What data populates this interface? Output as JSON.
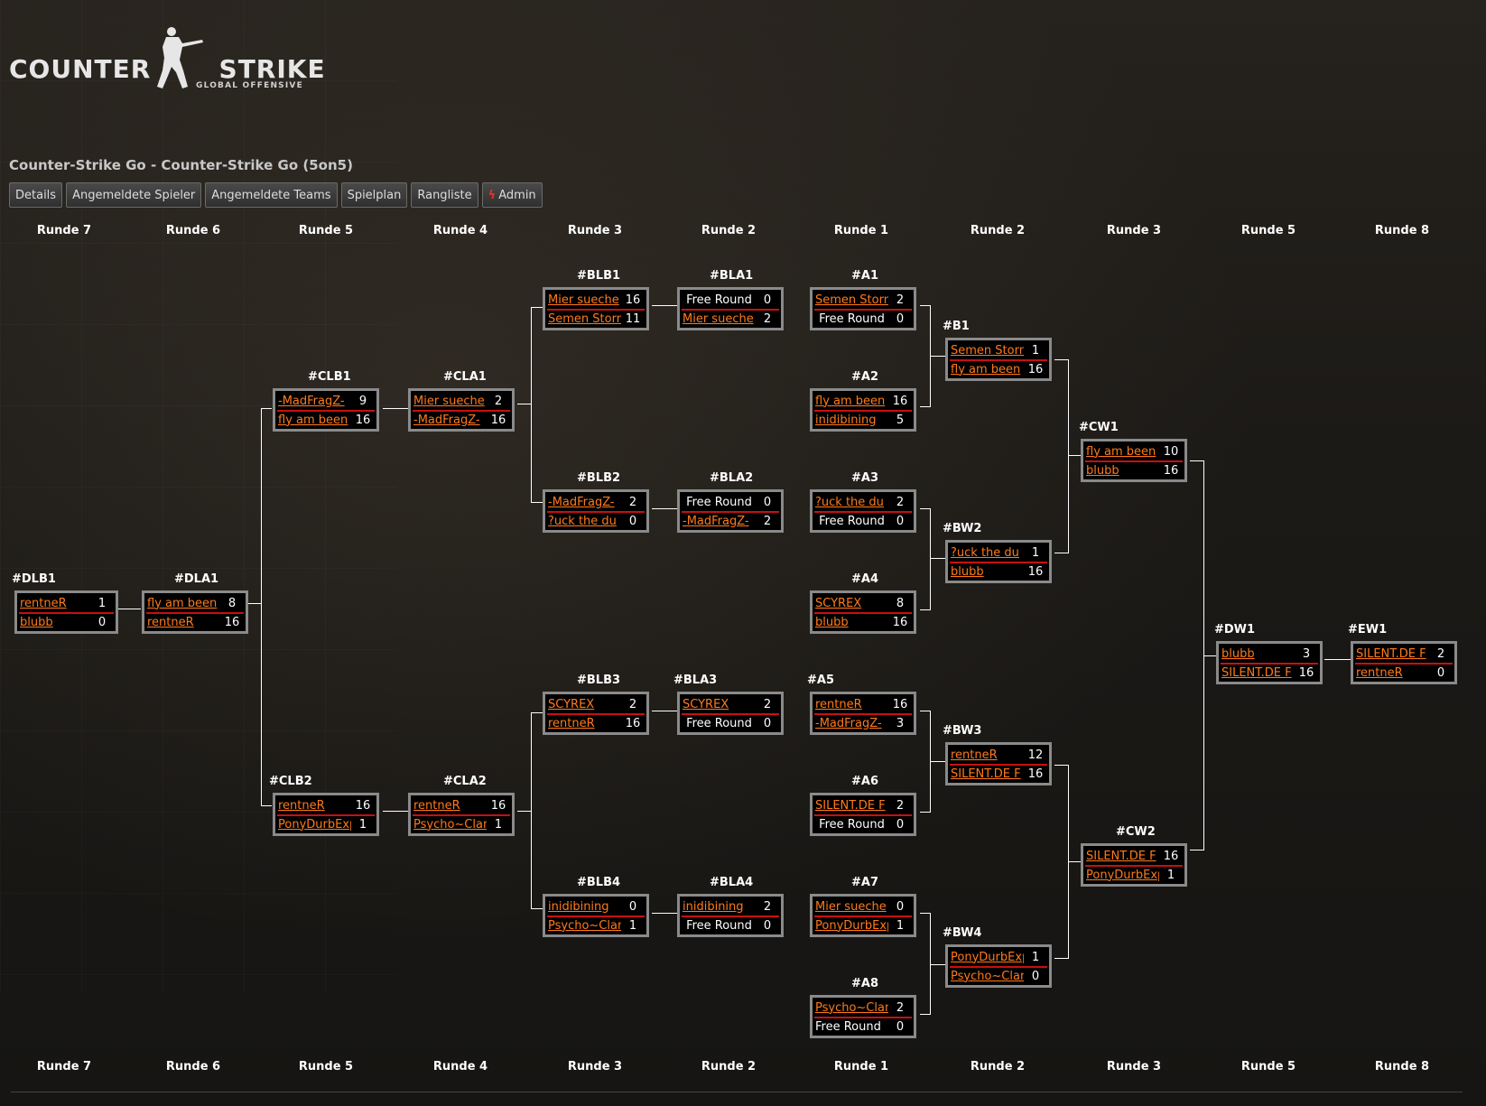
{
  "logo": {
    "main": "COUNTER STRIKE",
    "sub": "GLOBAL OFFENSIVE"
  },
  "page": {
    "title": "Counter-Strike Go - Counter-Strike Go (5on5)"
  },
  "toolbar": {
    "details": "Details",
    "players": "Angemeldete Spieler",
    "teams": "Angemeldete Teams",
    "schedule": "Spielplan",
    "ranking": "Rangliste",
    "admin": "Admin",
    "admin_icon": "lightning-icon"
  },
  "rounds": [
    "Runde 7",
    "Runde 6",
    "Runde 5",
    "Runde 4",
    "Runde 3",
    "Runde 2",
    "Runde 1",
    "Runde 2",
    "Runde 3",
    "Runde 5",
    "Runde 8"
  ],
  "matches": {
    "BLB1": {
      "id": "#BLB1",
      "t1": "Mier sueche",
      "s1": "16",
      "t2": "Semen Storm",
      "s2": "11"
    },
    "BLA1": {
      "id": "#BLA1",
      "t1": "Free Round",
      "s1": "0",
      "t2": "Mier sueche",
      "s2": "2"
    },
    "A1": {
      "id": "#A1",
      "t1": "Semen Storm",
      "s1": "2",
      "t2": "Free Round",
      "s2": "0"
    },
    "B1": {
      "id": "#B1",
      "t1": "Semen Storm",
      "s1": "1",
      "t2": "fly am been",
      "s2": "16"
    },
    "CLB1": {
      "id": "#CLB1",
      "t1": "-MadFragZ-",
      "s1": "9",
      "t2": "fly am been",
      "s2": "16"
    },
    "CLA1": {
      "id": "#CLA1",
      "t1": "Mier sueche",
      "s1": "2",
      "t2": "-MadFragZ-",
      "s2": "16"
    },
    "A2": {
      "id": "#A2",
      "t1": "fly am been",
      "s1": "16",
      "t2": "inidibining",
      "s2": "5"
    },
    "CW1": {
      "id": "#CW1",
      "t1": "fly am been",
      "s1": "10",
      "t2": "blubb",
      "s2": "16"
    },
    "BLB2": {
      "id": "#BLB2",
      "t1": "-MadFragZ-",
      "s1": "2",
      "t2": "?uck the du",
      "s2": "0"
    },
    "BLA2": {
      "id": "#BLA2",
      "t1": "Free Round",
      "s1": "0",
      "t2": "-MadFragZ-",
      "s2": "2"
    },
    "A3": {
      "id": "#A3",
      "t1": "?uck the du",
      "s1": "2",
      "t2": "Free Round",
      "s2": "0"
    },
    "BW2": {
      "id": "#BW2",
      "t1": "?uck the du",
      "s1": "1",
      "t2": "blubb",
      "s2": "16"
    },
    "DLB1": {
      "id": "#DLB1",
      "t1": "rentneR",
      "s1": "1",
      "t2": "blubb",
      "s2": "0"
    },
    "DLA1": {
      "id": "#DLA1",
      "t1": "fly am been",
      "s1": "8",
      "t2": "rentneR",
      "s2": "16"
    },
    "A4": {
      "id": "#A4",
      "t1": "SCYREX",
      "s1": "8",
      "t2": "blubb",
      "s2": "16"
    },
    "DW1": {
      "id": "#DW1",
      "t1": "blubb",
      "s1": "3",
      "t2": "SILENT.DE F",
      "s2": "16"
    },
    "EW1": {
      "id": "#EW1",
      "t1": "SILENT.DE F",
      "s1": "2",
      "t2": "rentneR",
      "s2": "0"
    },
    "BLB3": {
      "id": "#BLB3",
      "t1": "SCYREX",
      "s1": "2",
      "t2": "rentneR",
      "s2": "16"
    },
    "BLA3": {
      "id": "#BLA3",
      "t1": "SCYREX",
      "s1": "2",
      "t2": "Free Round",
      "s2": "0"
    },
    "A5": {
      "id": "#A5",
      "t1": "rentneR",
      "s1": "16",
      "t2": "-MadFragZ-",
      "s2": "3"
    },
    "BW3": {
      "id": "#BW3",
      "t1": "rentneR",
      "s1": "12",
      "t2": "SILENT.DE F",
      "s2": "16"
    },
    "CLB2": {
      "id": "#CLB2",
      "t1": "rentneR",
      "s1": "16",
      "t2": "PonyDurbExp",
      "s2": "1"
    },
    "CLA2": {
      "id": "#CLA2",
      "t1": "rentneR",
      "s1": "16",
      "t2": "Psycho~Clan",
      "s2": "1"
    },
    "A6": {
      "id": "#A6",
      "t1": "SILENT.DE F",
      "s1": "2",
      "t2": "Free Round",
      "s2": "0"
    },
    "CW2": {
      "id": "#CW2",
      "t1": "SILENT.DE F",
      "s1": "16",
      "t2": "PonyDurbExp",
      "s2": "1"
    },
    "BLB4": {
      "id": "#BLB4",
      "t1": "inidibining",
      "s1": "0",
      "t2": "Psycho~Clan",
      "s2": "1"
    },
    "BLA4": {
      "id": "#BLA4",
      "t1": "inidibining",
      "s1": "2",
      "t2": "Free Round",
      "s2": "0"
    },
    "A7": {
      "id": "#A7",
      "t1": "Mier sueche",
      "s1": "0",
      "t2": "PonyDurbExp",
      "s2": "1"
    },
    "BW4": {
      "id": "#BW4",
      "t1": "PonyDurbExp",
      "s1": "1",
      "t2": "Psycho~Clan",
      "s2": "0"
    },
    "A8": {
      "id": "#A8",
      "t1": "Psycho~Clan",
      "s1": "2",
      "t2": "Free Round",
      "s2": "0"
    }
  }
}
